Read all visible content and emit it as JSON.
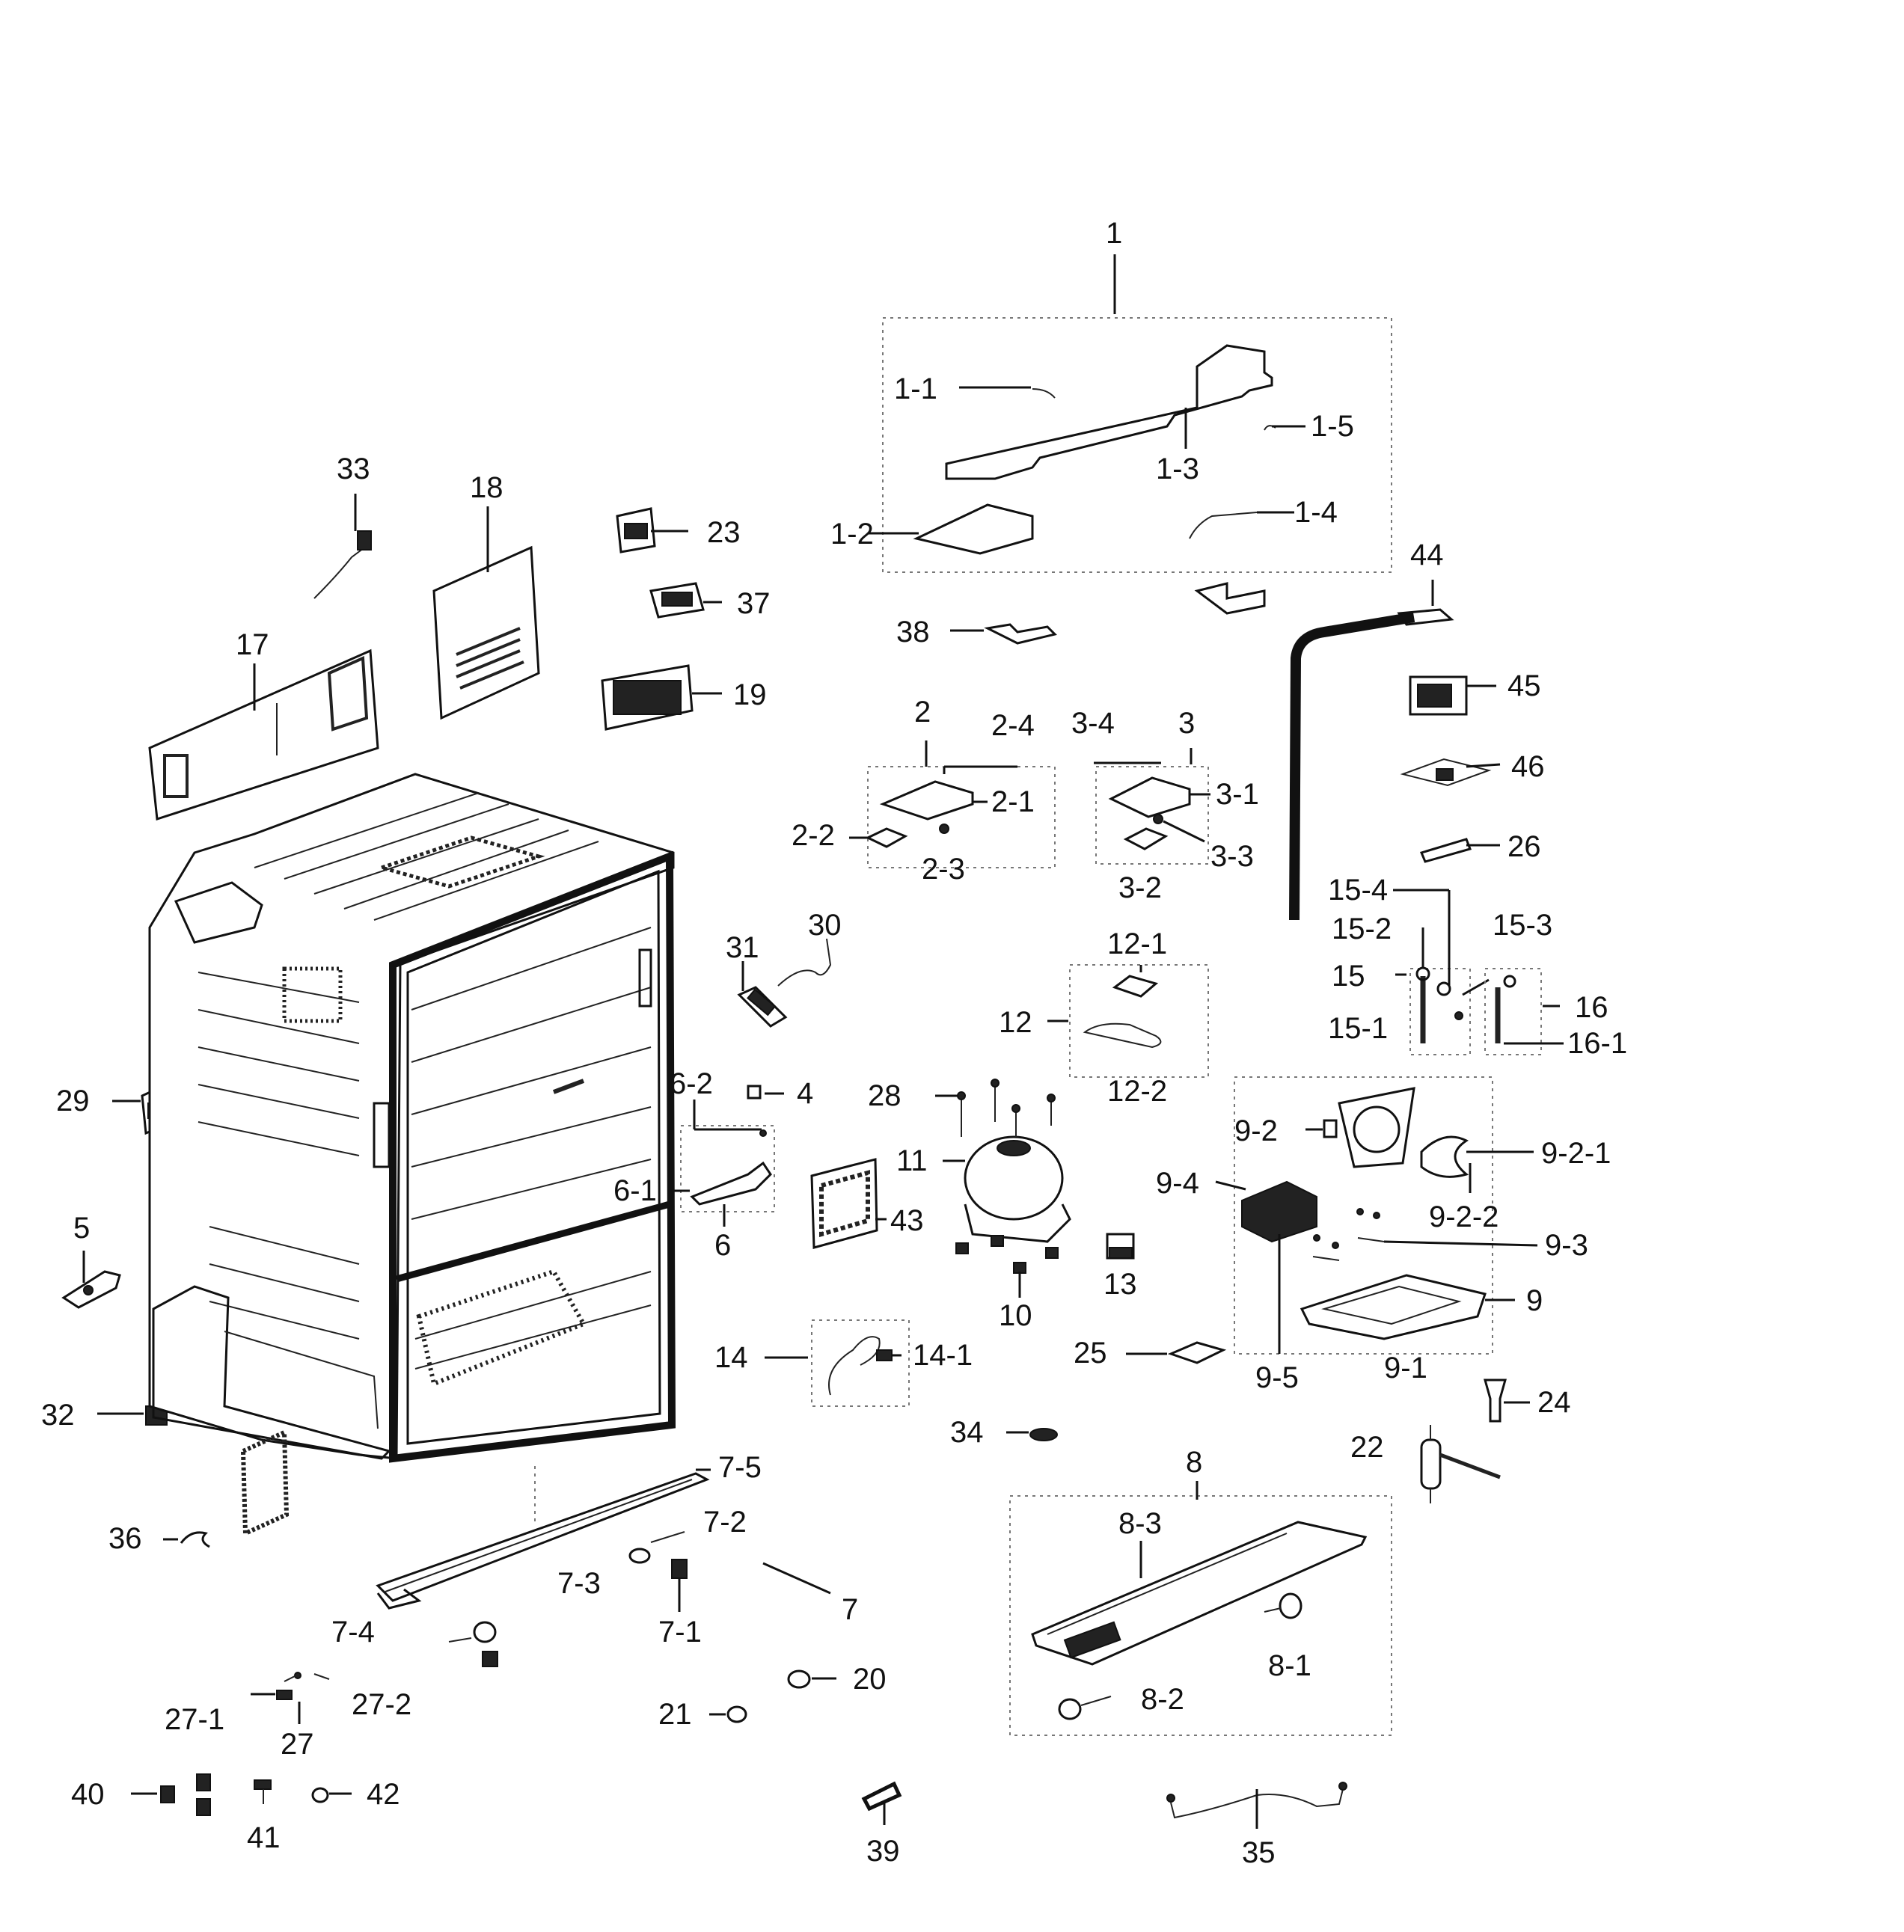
{
  "labels": {
    "l1": "1",
    "l1_1": "1-1",
    "l1_2": "1-2",
    "l1_3": "1-3",
    "l1_4": "1-4",
    "l1_5": "1-5",
    "l2": "2",
    "l2_1": "2-1",
    "l2_2": "2-2",
    "l2_3": "2-3",
    "l2_4": "2-4",
    "l3": "3",
    "l3_1": "3-1",
    "l3_2": "3-2",
    "l3_3": "3-3",
    "l3_4": "3-4",
    "l4": "4",
    "l5": "5",
    "l6": "6",
    "l6_1": "6-1",
    "l6_2": "6-2",
    "l7": "7",
    "l7_1": "7-1",
    "l7_2": "7-2",
    "l7_3": "7-3",
    "l7_4": "7-4",
    "l7_5": "7-5",
    "l8": "8",
    "l8_1": "8-1",
    "l8_2": "8-2",
    "l8_3": "8-3",
    "l9": "9",
    "l9_1": "9-1",
    "l9_2": "9-2",
    "l9_2_1": "9-2-1",
    "l9_2_2": "9-2-2",
    "l9_3": "9-3",
    "l9_4": "9-4",
    "l9_5": "9-5",
    "l10": "10",
    "l11": "11",
    "l12": "12",
    "l12_1": "12-1",
    "l12_2": "12-2",
    "l13": "13",
    "l14": "14",
    "l14_1": "14-1",
    "l15": "15",
    "l15_1": "15-1",
    "l15_2": "15-2",
    "l15_3": "15-3",
    "l15_4": "15-4",
    "l16": "16",
    "l16_1": "16-1",
    "l17": "17",
    "l18": "18",
    "l19": "19",
    "l20": "20",
    "l21": "21",
    "l22": "22",
    "l23": "23",
    "l24": "24",
    "l25": "25",
    "l26": "26",
    "l27": "27",
    "l27_1": "27-1",
    "l27_2": "27-2",
    "l28": "28",
    "l29": "29",
    "l30": "30",
    "l31": "31",
    "l32": "32",
    "l33": "33",
    "l34": "34",
    "l35": "35",
    "l36": "36",
    "l37": "37",
    "l38": "38",
    "l39": "39",
    "l40": "40",
    "l41": "41",
    "l42": "42",
    "l43": "43",
    "l44": "44",
    "l45": "45",
    "l46": "46"
  }
}
